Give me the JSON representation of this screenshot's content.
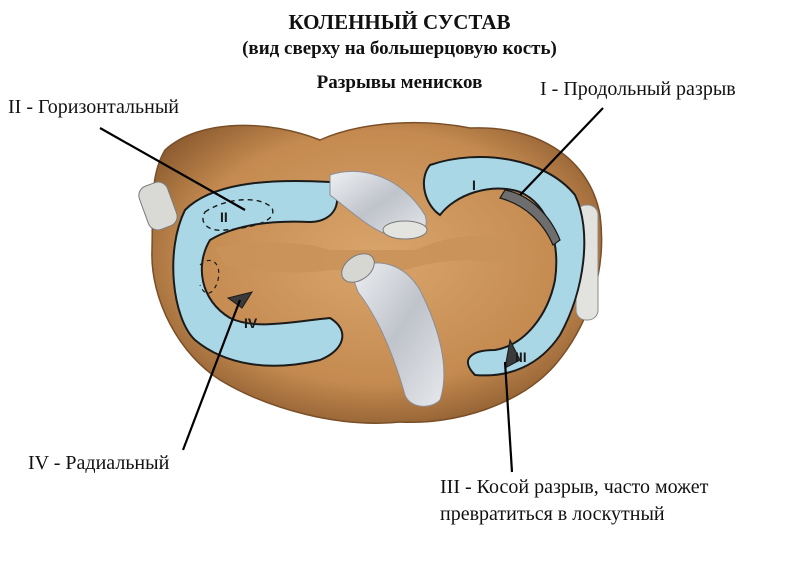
{
  "header": {
    "title": "КОЛЕННЫЙ СУСТАВ",
    "subtitle": "(вид сверху на большерцовую кость)",
    "section": "Разрывы менисков"
  },
  "labels": {
    "i": "I - Продольный разрыв",
    "ii": "II - Горизонтальный",
    "iii_line1": "III - Косой разрыв, часто может",
    "iii_line2": "превратиться в лоскутный",
    "iv": "IV - Радиальный"
  },
  "markers": {
    "i": "I",
    "ii": "II",
    "iii": "III",
    "iv": "IV"
  },
  "colors": {
    "meniscus": "#a9d7e6",
    "bone": "#c9925a",
    "ligament": "#cfd2d8",
    "outline": "#1b1b1b"
  }
}
